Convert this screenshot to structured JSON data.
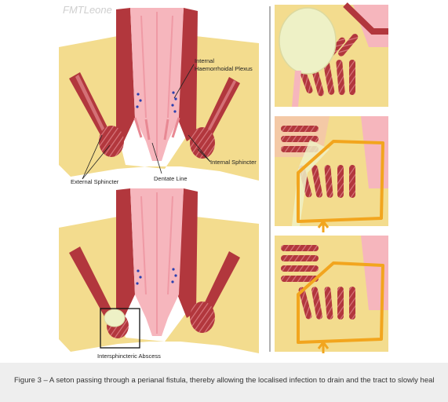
{
  "watermark": "FMTLeone",
  "labels": {
    "internal_plexus_1": "Internal",
    "internal_plexus_2": "Haemorrhoidal Plexus",
    "internal_sphincter": "Internal Sphincter",
    "external_sphincter": "External Sphincter",
    "dentate_line": "Dentate Line",
    "abscess": "Intersphincteric Abscess"
  },
  "caption": "Figure 3 – A seton passing through a perianal fistula, thereby allowing the localised infection to drain and the tract to slowly heal",
  "colors": {
    "fat": "#f3dc8e",
    "muscle": "#b2373d",
    "mucosa": "#f6b6bd",
    "abscess": "#eef1c6",
    "seton": "#f2a51e",
    "caption_bg": "#eeeeee"
  }
}
